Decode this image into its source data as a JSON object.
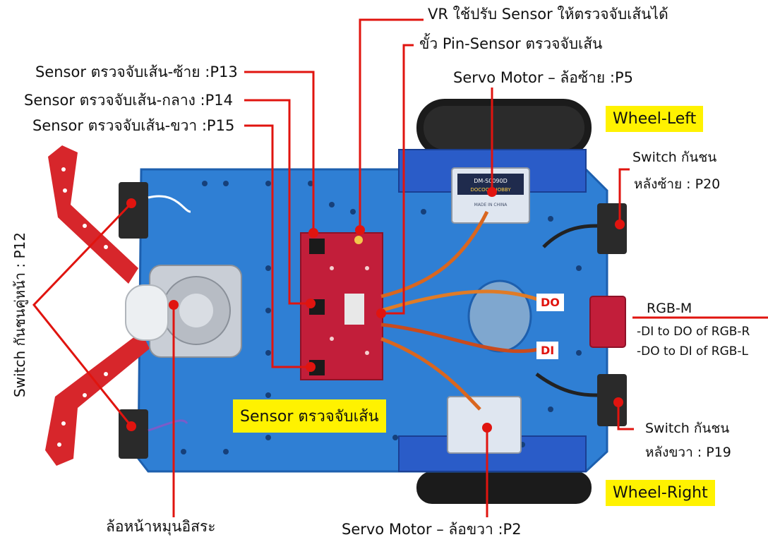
{
  "labels": {
    "vr": "VR ใช้ปรับ Sensor ให้ตรวจจับเส้นได้",
    "pin": "ขั้ว Pin-Sensor ตรวจจับเส้น",
    "sensor_left": "Sensor ตรวจจับเส้น-ซ้าย :P13",
    "sensor_mid": "Sensor ตรวจจับเส้น-กลาง :P14",
    "sensor_right": "Sensor ตรวจจับเส้น-ขวา :P15",
    "servo_left": "Servo Motor – ล้อซ้าย :P5",
    "wheel_left": "Wheel-Left",
    "switch_rear_left_1": "Switch กันชน",
    "switch_rear_left_2": "หลังซ้าย : P20",
    "rgb_title": "RGB-M",
    "rgb_line1": "-DI to DO of RGB-R",
    "rgb_line2": "-DO to DI of RGB-L",
    "do_tag": "DO",
    "di_tag": "DI",
    "switch_front": "Switch กันชนคู่หน้า : P12",
    "sensor_box": "Sensor ตรวจจับเส้น",
    "switch_rear_right_1": "Switch กันชน",
    "switch_rear_right_2": "หลังขวา : P19",
    "wheel_right": "Wheel-Right",
    "caster": "ล้อหน้าหมุนอิสระ",
    "servo_right": "Servo Motor – ล้อขวา :P2",
    "servo_model": "DM-S0090D",
    "servo_brand": "DOCOOL HOBBY",
    "servo_made": "MADE IN CHINA"
  },
  "colors": {
    "chassis": "#2f7fd4",
    "chassis_dark": "#1d5fae",
    "wheel": "#1b1b1b",
    "pointer": "#e0140f",
    "highlight": "#fff200",
    "sensor_board": "#c21e3a",
    "lego_arm": "#d7262b",
    "servo_body": "#dfe6f0"
  }
}
